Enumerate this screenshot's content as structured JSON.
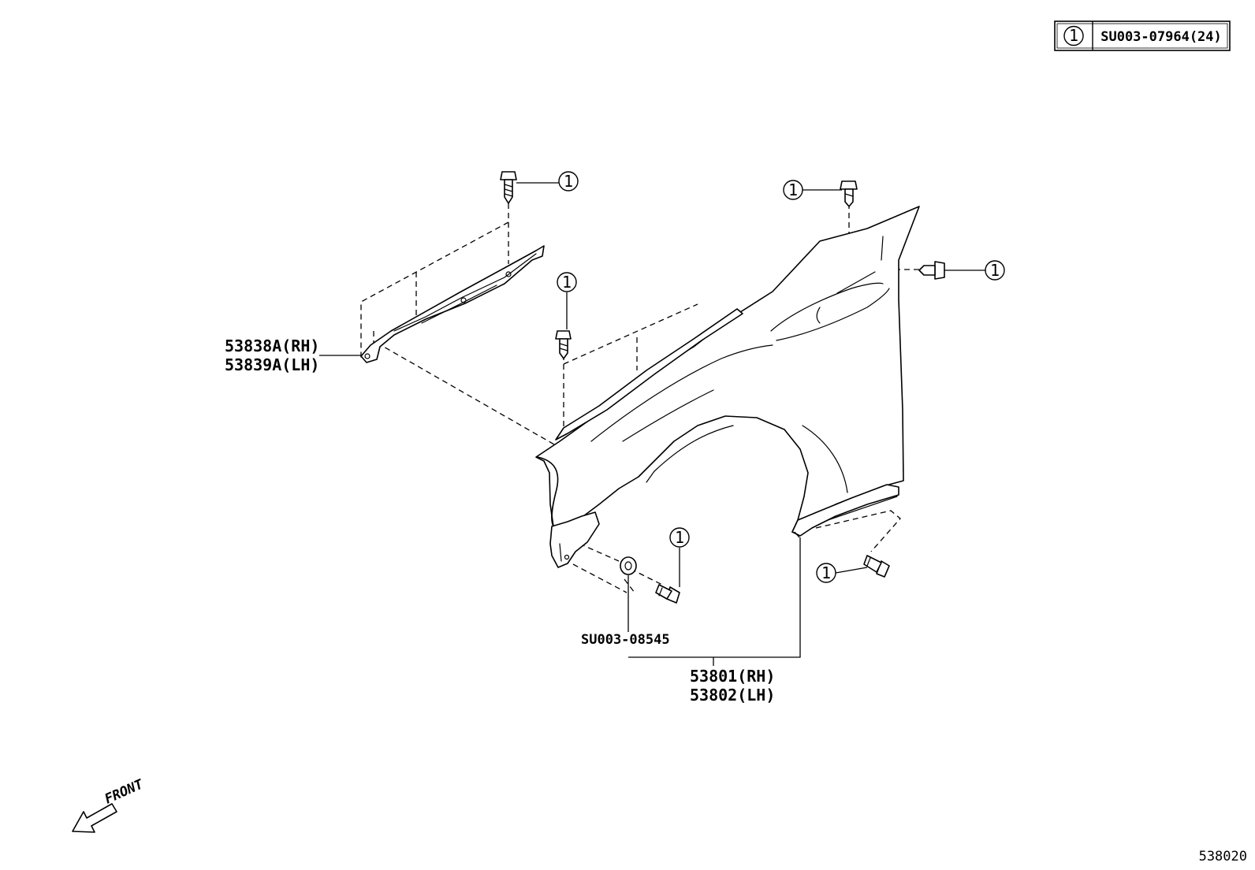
{
  "legend": {
    "symbol": "1",
    "code": "SU003-07964(24)"
  },
  "callout_symbol": "1",
  "parts": {
    "bracket": {
      "line1": "53838A(RH)",
      "line2": "53839A(LH)"
    },
    "fender": {
      "line1": "53801(RH)",
      "line2": "53802(LH)"
    },
    "clip": {
      "code": "SU003-08545"
    }
  },
  "front_label": "FRONT",
  "diagram_id": "538020"
}
